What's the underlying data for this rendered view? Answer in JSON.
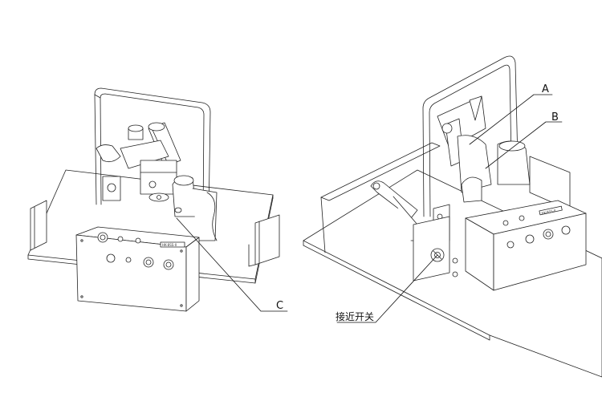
{
  "diagram": {
    "callouts": [
      {
        "id": "A",
        "text": "A"
      },
      {
        "id": "B",
        "text": "B"
      },
      {
        "id": "C",
        "text": "C"
      },
      {
        "id": "proximity-switch",
        "text": "接近开关"
      }
    ],
    "nameplate_text": "HK-8SS-II"
  }
}
